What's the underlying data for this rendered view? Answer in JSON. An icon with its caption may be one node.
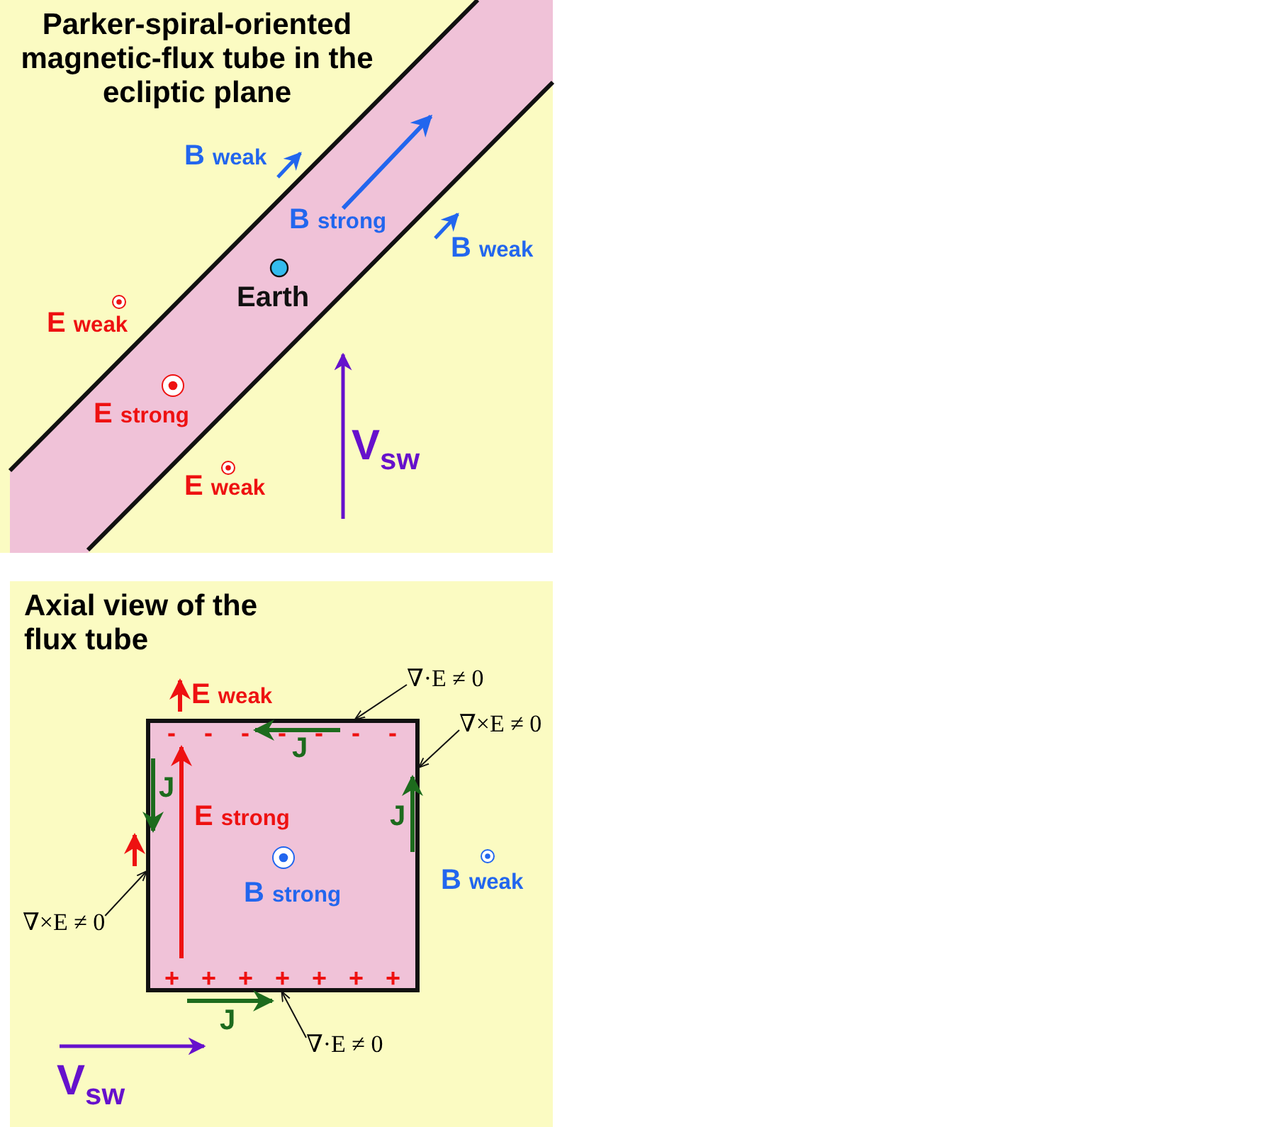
{
  "diagram": {
    "nodes": [
      {
        "text": [
          "Parker-spiral-oriented magnetic-flux tube in the ecliptic plane"
        ]
      },
      {
        "text": [
          "Axial view of the flux tube"
        ]
      },
      {
        "text": [],
        "shape": "box",
        "in": 1
      },
      {
        "text": [
          "∇·E ≠ 0"
        ],
        "in": 1
      },
      {
        "text": [
          "∇×E ≠ 0"
        ],
        "in": 1
      },
      {
        "text": [
          "∇×E ≠ 0"
        ],
        "in": 1
      },
      {
        "text": [
          "∇·E ≠ 0"
        ],
        "in": 1
      }
    ],
    "edges": [
      {
        "from": 3,
        "to": 2,
        "arrow": "to"
      },
      {
        "from": 4,
        "to": 2,
        "arrow": "to"
      },
      {
        "from": 5,
        "to": 2,
        "arrow": "to"
      },
      {
        "from": 6,
        "to": 2,
        "arrow": "to"
      }
    ],
    "labels": [
      "B weak",
      "B strong",
      "B weak",
      "Earth",
      "E weak",
      "E strong",
      "E weak",
      "V$_{sw}$",
      "E weak",
      "-",
      "-",
      "-",
      "-",
      "-",
      "-",
      "-",
      "J",
      "J",
      "E strong",
      "J",
      "B strong",
      "B weak",
      "+",
      "+",
      "+",
      "+",
      "+",
      "+",
      "+",
      "J",
      "V$_{sw}$"
    ]
  }
}
